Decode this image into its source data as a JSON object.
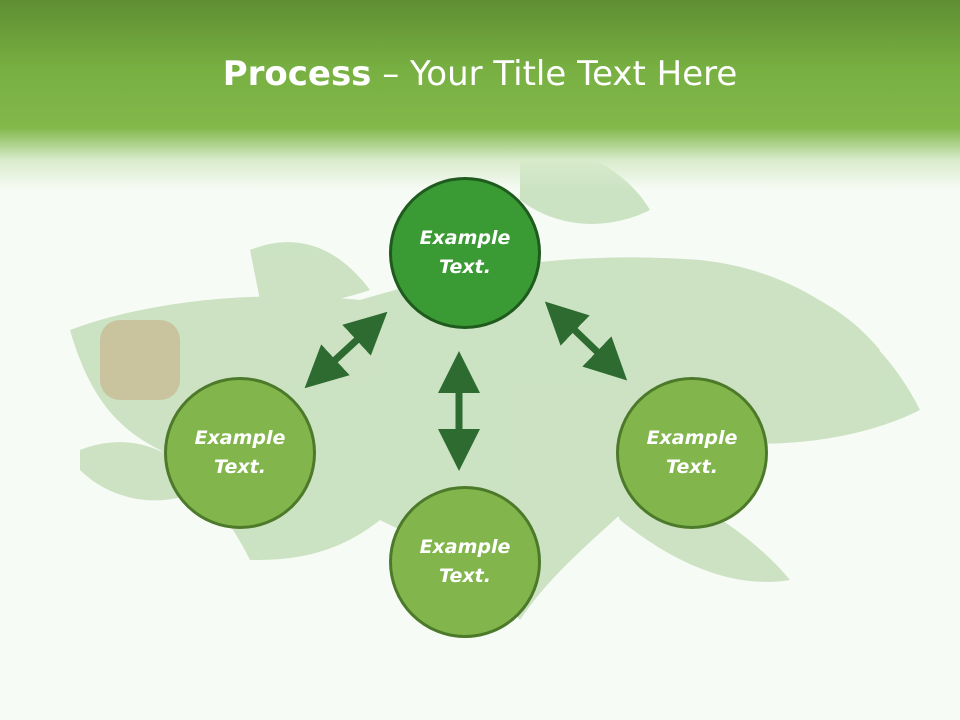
{
  "title": {
    "bold": "Process",
    "rest": " – Your Title Text Here"
  },
  "nodes": [
    {
      "id": "top",
      "line1": "Example",
      "line2": "Text."
    },
    {
      "id": "left",
      "line1": "Example",
      "line2": "Text."
    },
    {
      "id": "right",
      "line1": "Example",
      "line2": "Text."
    },
    {
      "id": "bottom",
      "line1": "Example",
      "line2": "Text."
    }
  ],
  "colors": {
    "header": "#78b042",
    "circle_light": "#82b64c",
    "circle_dark": "#3a9a34",
    "arrow": "#2e6b30"
  },
  "background_image": "arugula-leaves"
}
